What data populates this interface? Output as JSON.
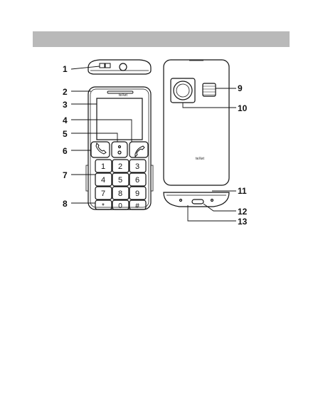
{
  "header": {
    "fill": "#b9b9b9"
  },
  "callouts": [
    "1",
    "2",
    "3",
    "4",
    "5",
    "6",
    "7",
    "8",
    "9",
    "10",
    "11",
    "12",
    "13"
  ],
  "phone": {
    "brand": "teXet",
    "keypad": {
      "row1": [
        "1",
        "2",
        "3"
      ],
      "row2": [
        "4",
        "5",
        "6"
      ],
      "row3": [
        "7",
        "8",
        "9"
      ],
      "bottom": [
        "*",
        "0",
        "#"
      ]
    }
  }
}
